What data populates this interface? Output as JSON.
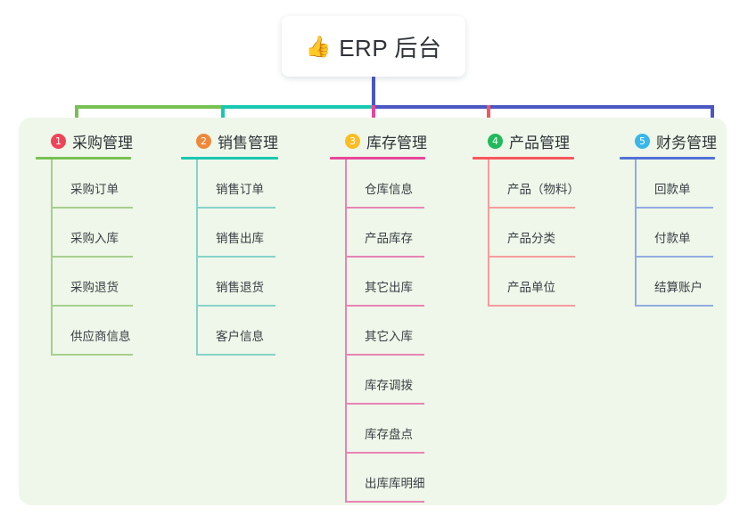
{
  "root": {
    "emoji": "👍",
    "emoji_name": "thumbs-up-icon",
    "title": "ERP 后台"
  },
  "panel": {
    "background_color": "#eef7e9"
  },
  "connector_colors": {
    "stem": "#4a57c4",
    "segment_1": "#77c152",
    "segment_2": "#18c8b0",
    "segment_3": "#4a57c4"
  },
  "columns": [
    {
      "index": "1",
      "title": "采购管理",
      "badge_color": "#ef4457",
      "line_color": "#77c152",
      "leaf_color": "#a8cf8e",
      "drop_color": "#77c152",
      "items": [
        "采购订单",
        "采购入库",
        "采购退货",
        "供应商信息"
      ]
    },
    {
      "index": "2",
      "title": "销售管理",
      "badge_color": "#f0883a",
      "line_color": "#18c8b0",
      "leaf_color": "#86d3c8",
      "drop_color": "#18c8b0",
      "items": [
        "销售订单",
        "销售出库",
        "销售退货",
        "客户信息"
      ]
    },
    {
      "index": "3",
      "title": "库存管理",
      "badge_color": "#fbbd24",
      "line_color": "#e8469a",
      "leaf_color": "#e884b5",
      "drop_color": "#e8469a",
      "items": [
        "仓库信息",
        "产品库存",
        "其它出库",
        "其它入库",
        "库存调拨",
        "库存盘点",
        "出库库明细"
      ]
    },
    {
      "index": "4",
      "title": "产品管理",
      "badge_color": "#22b95c",
      "line_color": "#f9565c",
      "leaf_color": "#f79b9d",
      "drop_color": "#f9565c",
      "items": [
        "产品（物料）",
        "产品分类",
        "产品单位"
      ]
    },
    {
      "index": "5",
      "title": "财务管理",
      "badge_color": "#39b6ea",
      "line_color": "#5272d6",
      "leaf_color": "#93abe2",
      "drop_color": "#4a57c4",
      "items": [
        "回款单",
        "付款单",
        "结算账户"
      ]
    }
  ]
}
